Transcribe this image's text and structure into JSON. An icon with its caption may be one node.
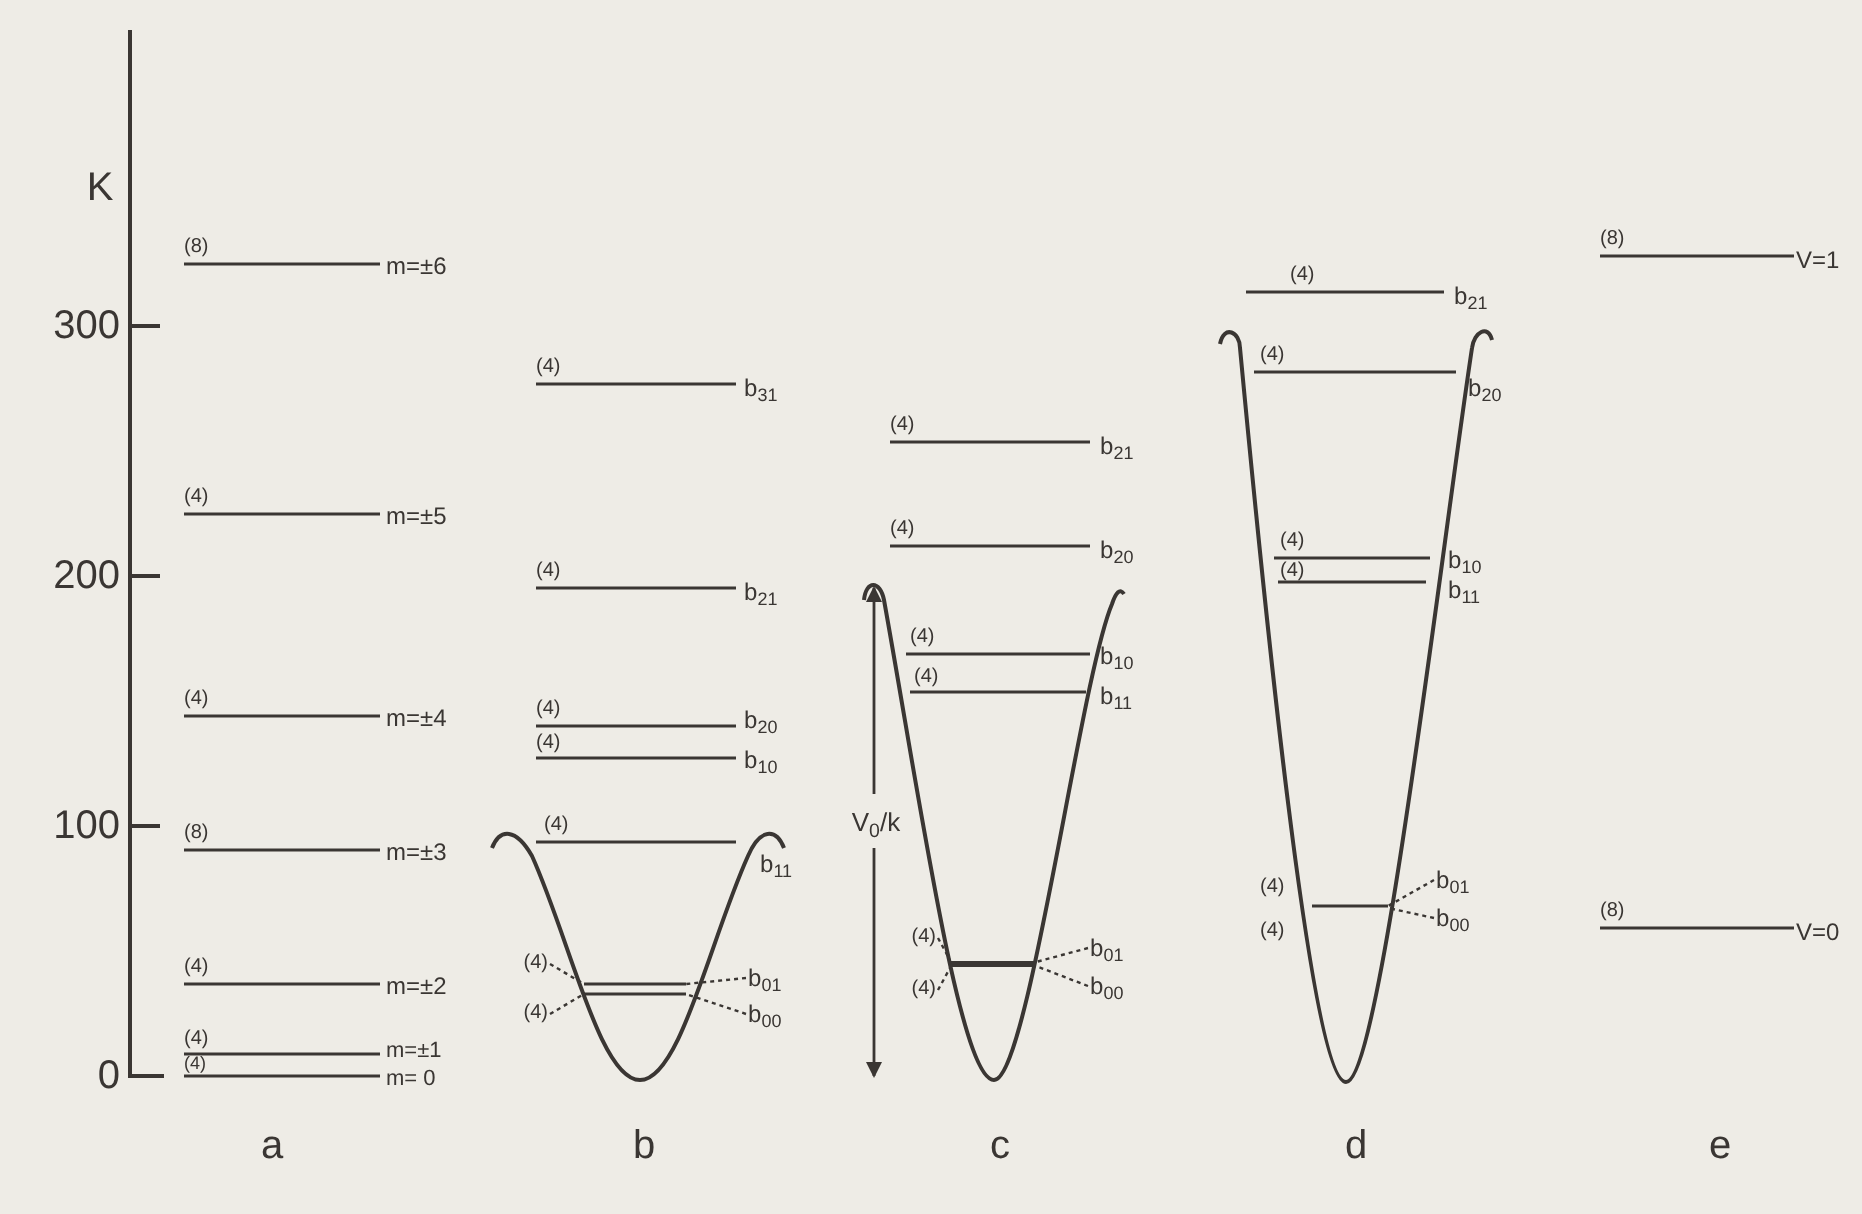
{
  "diagram": {
    "nodes": [
      {
        "text": [
          "(4)"
        ]
      },
      {
        "text": [
          "(4)"
        ]
      },
      {
        "text": [
          "b$_{01}$"
        ]
      },
      {
        "text": [
          "b$_{00}$"
        ]
      },
      {
        "text": [
          "(4)"
        ]
      },
      {
        "text": [
          "(4)"
        ]
      },
      {
        "text": [
          "b$_{01}$"
        ]
      },
      {
        "text": [
          "b$_{00}$"
        ]
      },
      {
        "text": [
          "b$_{01}$"
        ]
      },
      {
        "text": [
          "b$_{00}$"
        ]
      }
    ],
    "edges": [
      {
        "from": 0,
        "to": null,
        "arrow": "none",
        "style": "dashed"
      },
      {
        "from": 1,
        "to": null,
        "arrow": "none",
        "style": "dashed"
      },
      {
        "from": 2,
        "to": null,
        "arrow": "none",
        "style": "dashed"
      },
      {
        "from": 3,
        "to": null,
        "arrow": "none",
        "style": "dashed"
      },
      {
        "from": 4,
        "to": null,
        "arrow": "none",
        "style": "dashed"
      },
      {
        "from": 5,
        "to": null,
        "arrow": "none",
        "style": "dashed"
      },
      {
        "from": 6,
        "to": null,
        "arrow": "none",
        "style": "dashed"
      },
      {
        "from": 7,
        "to": null,
        "arrow": "none",
        "style": "dashed"
      },
      {
        "from": 8,
        "to": null,
        "arrow": "none",
        "style": "dashed"
      },
      {
        "from": 9,
        "to": null,
        "arrow": "none",
        "style": "dashed"
      }
    ],
    "labels": [
      "K",
      "300",
      "200",
      "100",
      "0",
      "(8)",
      "m=±6",
      "(4)",
      "m=±5",
      "(4)",
      "m=±4",
      "(8)",
      "m=±3",
      "(4)",
      "m=±2",
      "(4)",
      "m=±1",
      "(4)",
      "m= 0",
      "a",
      "(4)",
      "b$_{31}$",
      "(4)",
      "b$_{21}$",
      "(4)",
      "b$_{20}$",
      "(4)",
      "b$_{10}$",
      "(4)",
      "b$_{11}$",
      "b",
      "(4)",
      "b$_{21}$",
      "(4)",
      "b$_{20}$",
      "(4)",
      "b$_{10}$",
      "(4)",
      "b$_{11}$",
      "V$_{0}$/k",
      "c",
      "(4)",
      "b$_{21}$",
      "(4)",
      "b$_{20}$",
      "(4)",
      "b$_{10}$",
      "(4)",
      "b$_{11}$",
      "(4)",
      "(4)",
      "d",
      "(8)",
      "V=1",
      "(8)",
      "V=0",
      "e"
    ]
  }
}
